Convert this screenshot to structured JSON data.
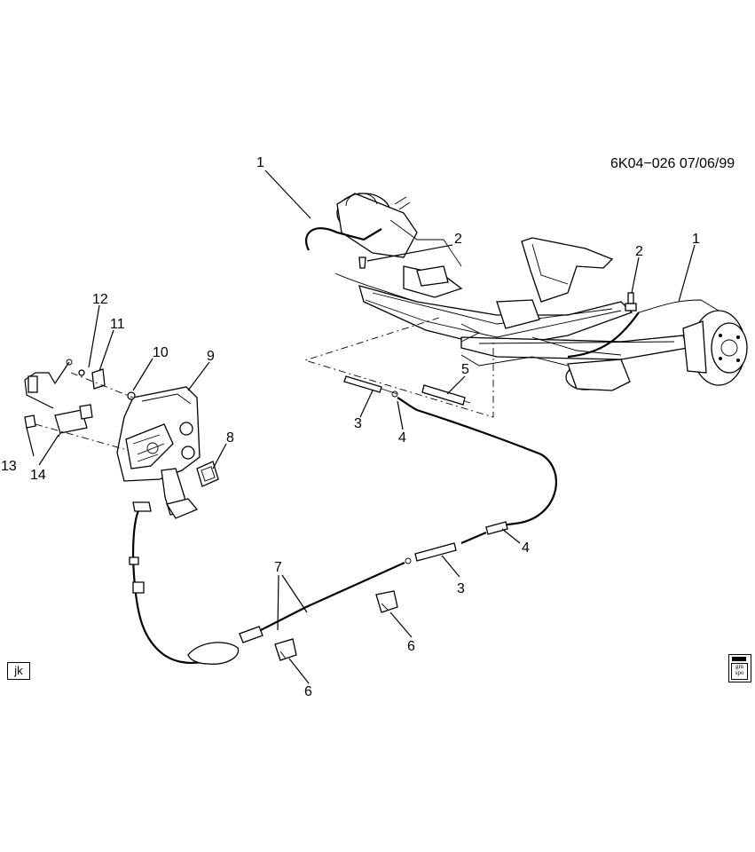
{
  "header": {
    "diagram_code": "6K04−026  07/06/99"
  },
  "callouts": {
    "c1a": "1",
    "c1b": "1",
    "c2a": "2",
    "c2b": "2",
    "c3a": "3",
    "c3b": "3",
    "c4a": "4",
    "c4b": "4",
    "c5": "5",
    "c6a": "6",
    "c6b": "6",
    "c7": "7",
    "c8": "8",
    "c9": "9",
    "c10": "10",
    "c11": "11",
    "c12": "12",
    "c13": "13",
    "c14": "14"
  },
  "footer": {
    "initials": "jk",
    "logo_text": "gm spo"
  },
  "icons": {
    "logo": "gm-spo-logo-icon"
  }
}
